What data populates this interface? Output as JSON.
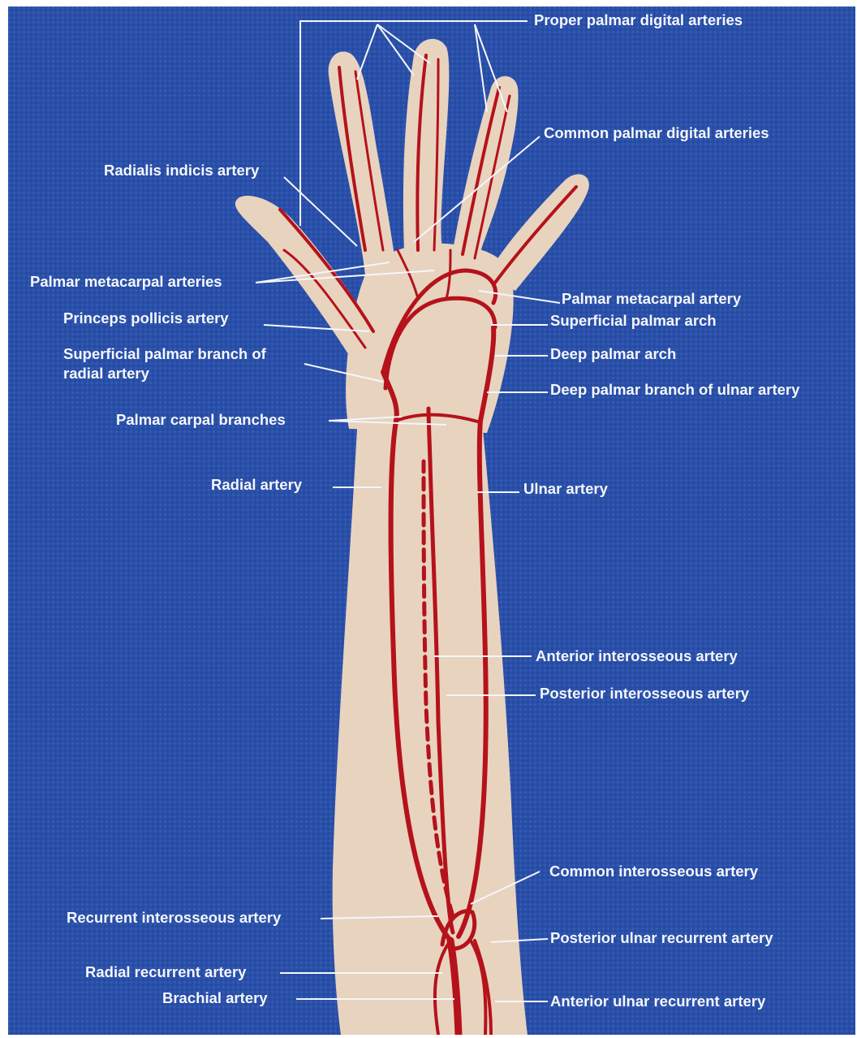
{
  "colors": {
    "background": "#2a4fa8",
    "skin": "#e8d3bf",
    "artery": "#b5121b",
    "label_text": "#f4f6fb"
  },
  "labels": {
    "proper_palmar_digital": "Proper palmar digital arteries",
    "common_palmar_digital": "Common palmar digital arteries",
    "radialis_indicis": "Radialis indicis artery",
    "palmar_metacarpal_arteries": "Palmar metacarpal arteries",
    "palmar_metacarpal_artery": "Palmar metacarpal artery",
    "princeps_pollicis": "Princeps pollicis artery",
    "superficial_palmar_arch": "Superficial palmar arch",
    "superficial_palmar_branch_line1": "Superficial palmar branch of",
    "superficial_palmar_branch_line2": "radial artery",
    "deep_palmar_arch": "Deep palmar arch",
    "deep_palmar_branch_ulnar": "Deep palmar branch of ulnar artery",
    "palmar_carpal_branches": "Palmar carpal branches",
    "radial_artery": "Radial artery",
    "ulnar_artery": "Ulnar artery",
    "anterior_interosseous": "Anterior interosseous artery",
    "posterior_interosseous": "Posterior interosseous artery",
    "common_interosseous": "Common interosseous artery",
    "recurrent_interosseous": "Recurrent interosseous artery",
    "posterior_ulnar_recurrent": "Posterior ulnar recurrent artery",
    "radial_recurrent": "Radial recurrent artery",
    "brachial": "Brachial artery",
    "anterior_ulnar_recurrent": "Anterior ulnar recurrent artery"
  }
}
